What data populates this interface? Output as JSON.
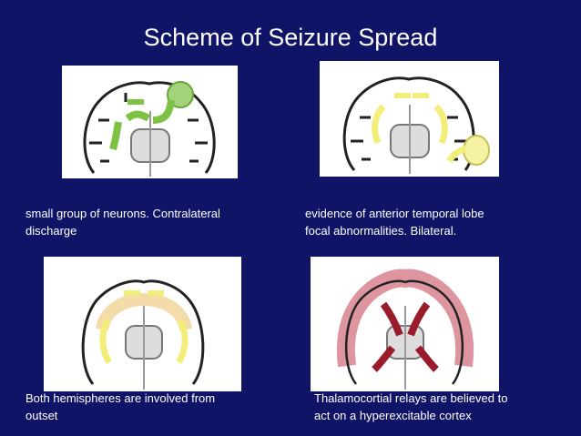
{
  "slide": {
    "title": "Scheme of Seizure Spread",
    "background": "#0f1466"
  },
  "panels": [
    {
      "caption_line1": "small group of neurons. Contralateral",
      "caption_line2": "discharge",
      "arrow_color": "#7dc242"
    },
    {
      "caption_line1": "evidence of anterior temporal lobe",
      "caption_line2": "focal abnormalities. Bilateral.",
      "arrow_color": "#f3ee7a"
    },
    {
      "caption_line1": "Both hemispheres are involved from",
      "caption_line2": "outset",
      "arrow_color": "#f3ee7a"
    },
    {
      "caption_line1": "Thalamocortial relays are believed to",
      "caption_line2": "act on a hyperexcitable cortex",
      "arrow_color": "#9a1b2b"
    }
  ]
}
